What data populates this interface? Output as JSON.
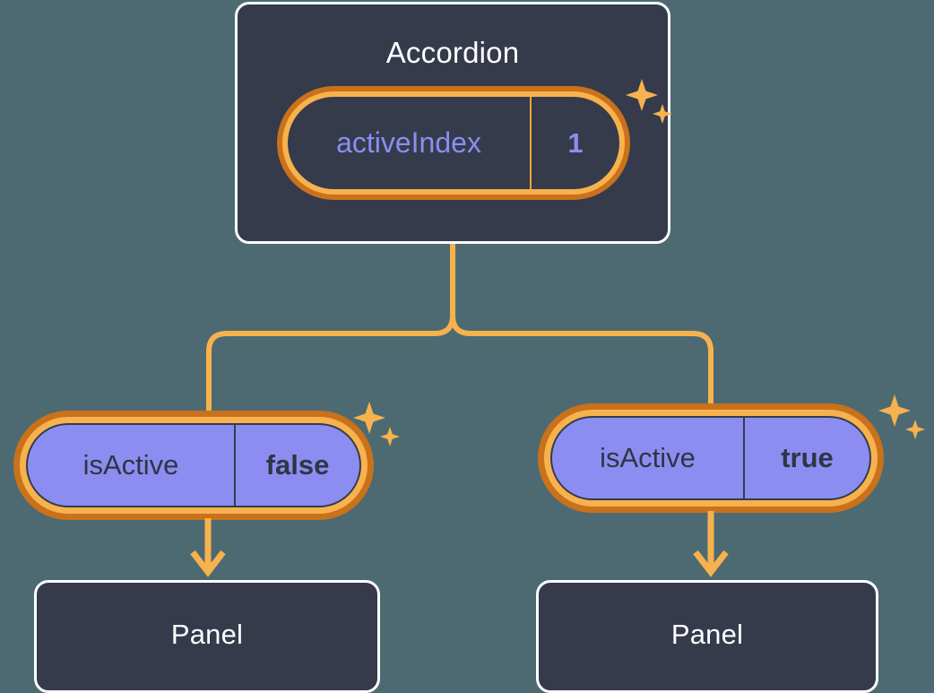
{
  "diagram": {
    "background_color": "#4d6a72",
    "accent_color": "#f7b24e",
    "accent_dark_color": "#c9711b",
    "surface_color": "#353b4b",
    "prop_color": "#8b8ef0"
  },
  "root": {
    "title": "Accordion",
    "prop": {
      "key": "activeIndex",
      "value": "1"
    }
  },
  "children": [
    {
      "prop": {
        "key": "isActive",
        "value": "false"
      },
      "panel": {
        "title": "Panel"
      }
    },
    {
      "prop": {
        "key": "isActive",
        "value": "true"
      },
      "panel": {
        "title": "Panel"
      }
    }
  ],
  "icons": {
    "sparkle": "sparkle-icon",
    "arrow": "arrow-down-icon"
  }
}
